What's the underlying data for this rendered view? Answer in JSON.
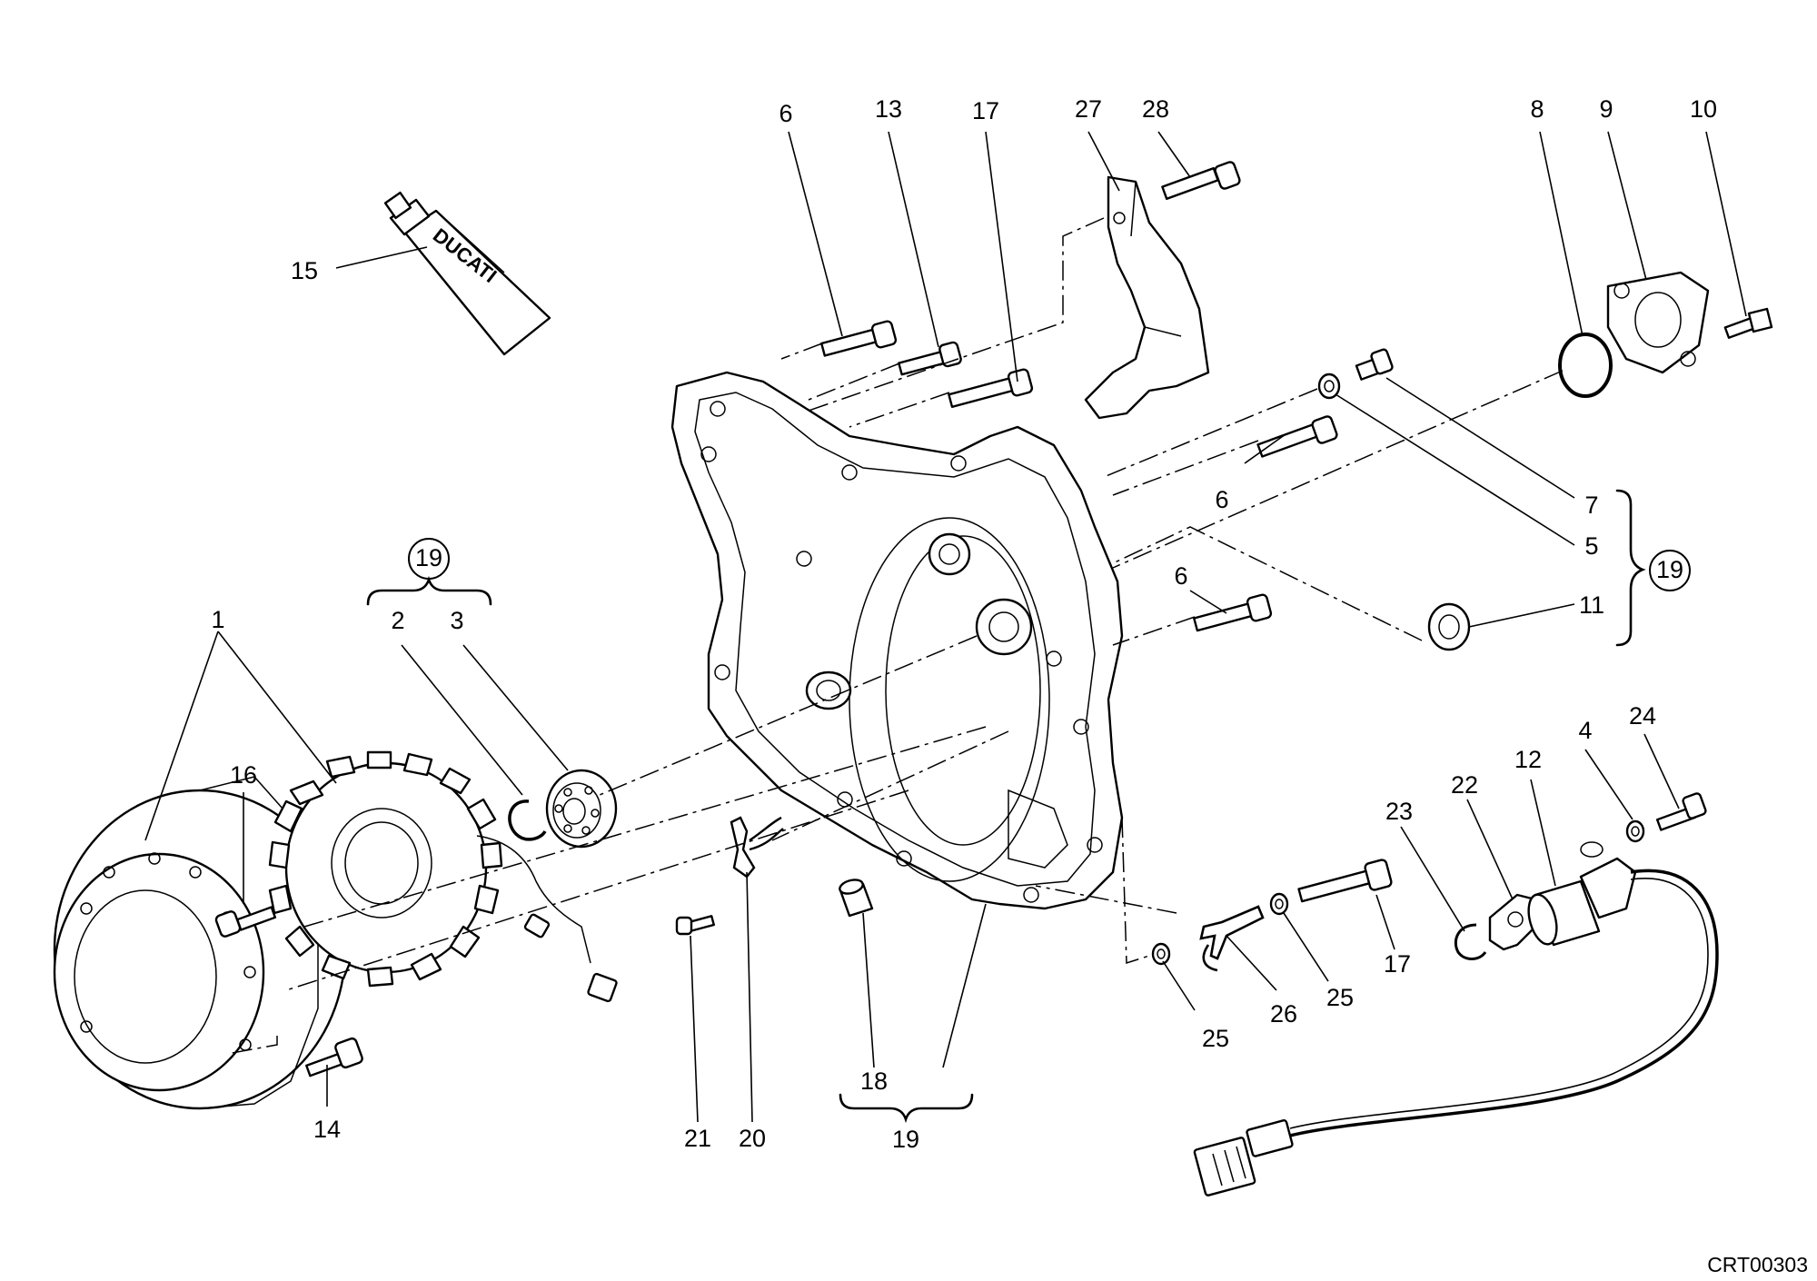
{
  "drawing_code": "CRT00303",
  "tube_brand": "DUCATI",
  "callouts": [
    {
      "id": "c-6a",
      "label": "6"
    },
    {
      "id": "c-13",
      "label": "13"
    },
    {
      "id": "c-17a",
      "label": "17"
    },
    {
      "id": "c-27",
      "label": "27"
    },
    {
      "id": "c-28",
      "label": "28"
    },
    {
      "id": "c-8",
      "label": "8"
    },
    {
      "id": "c-9",
      "label": "9"
    },
    {
      "id": "c-10",
      "label": "10"
    },
    {
      "id": "c-15",
      "label": "15"
    },
    {
      "id": "c-6b",
      "label": "6"
    },
    {
      "id": "c-7",
      "label": "7"
    },
    {
      "id": "c-5",
      "label": "5"
    },
    {
      "id": "c-19r",
      "label": "19"
    },
    {
      "id": "c-11",
      "label": "11"
    },
    {
      "id": "c-6c",
      "label": "6"
    },
    {
      "id": "c-19t",
      "label": "19"
    },
    {
      "id": "c-2",
      "label": "2"
    },
    {
      "id": "c-3",
      "label": "3"
    },
    {
      "id": "c-1",
      "label": "1"
    },
    {
      "id": "c-16",
      "label": "16"
    },
    {
      "id": "c-14",
      "label": "14"
    },
    {
      "id": "c-21",
      "label": "21"
    },
    {
      "id": "c-20",
      "label": "20"
    },
    {
      "id": "c-18",
      "label": "18"
    },
    {
      "id": "c-19b",
      "label": "19"
    },
    {
      "id": "c-4",
      "label": "4"
    },
    {
      "id": "c-24",
      "label": "24"
    },
    {
      "id": "c-12",
      "label": "12"
    },
    {
      "id": "c-22",
      "label": "22"
    },
    {
      "id": "c-23",
      "label": "23"
    },
    {
      "id": "c-17b",
      "label": "17"
    },
    {
      "id": "c-25a",
      "label": "25"
    },
    {
      "id": "c-26",
      "label": "26"
    },
    {
      "id": "c-25b",
      "label": "25"
    }
  ]
}
